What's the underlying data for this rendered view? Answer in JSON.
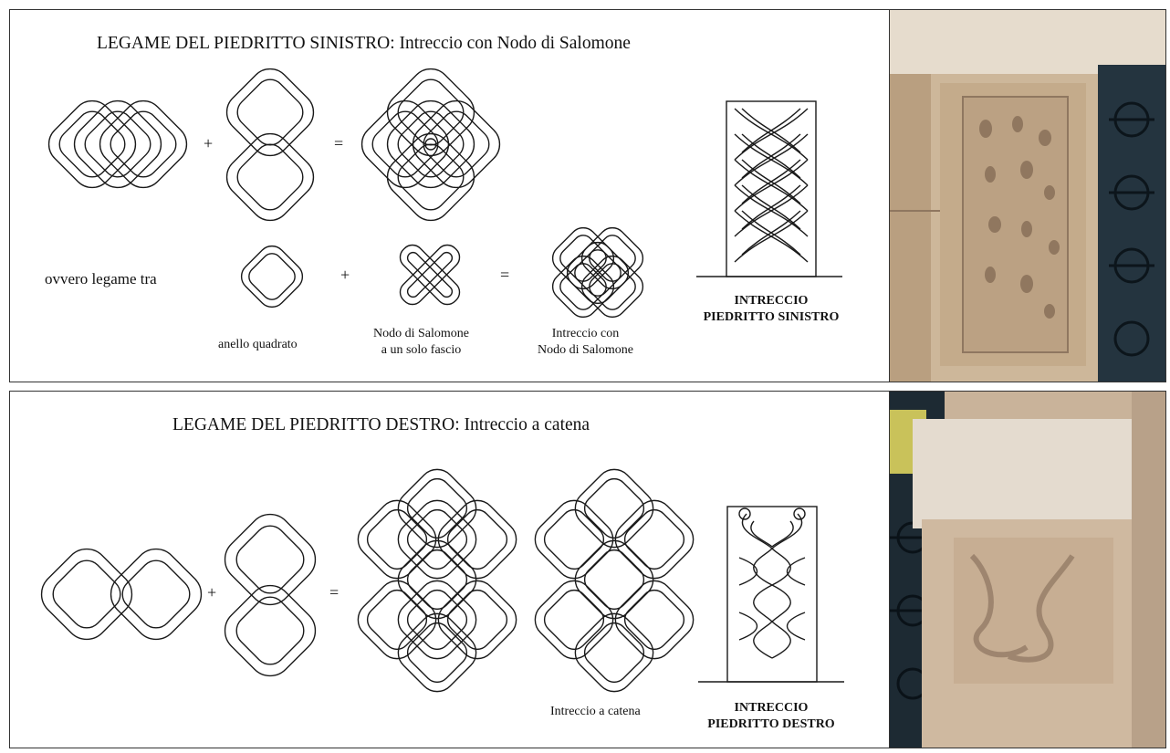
{
  "top": {
    "title": "LEGAME DEL PIEDRITTO SINISTRO: Intreccio con Nodo di Salomone",
    "ovvero": "ovvero legame tra",
    "anello": "anello quadrato",
    "nodo_line1": "Nodo di Salomone",
    "nodo_line2": "a un solo fascio",
    "intreccio_line1": "Intreccio con",
    "intreccio_line2": "Nodo di Salomone",
    "final_line1": "INTRECCIO",
    "final_line2": "PIEDRITTO SINISTRO",
    "plus": "+",
    "equals": "="
  },
  "bottom": {
    "title": "LEGAME DEL PIEDRITTO DESTRO: Intreccio a catena",
    "catena": "Intreccio a catena",
    "final_line1": "INTRECCIO",
    "final_line2": "PIEDRITTO DESTRO",
    "plus": "+",
    "equals": "="
  },
  "colors": {
    "line": "#1a1a1a",
    "stone": "#cdb79a",
    "iron": "#1d2a33",
    "foliage": "#c9c25a"
  }
}
